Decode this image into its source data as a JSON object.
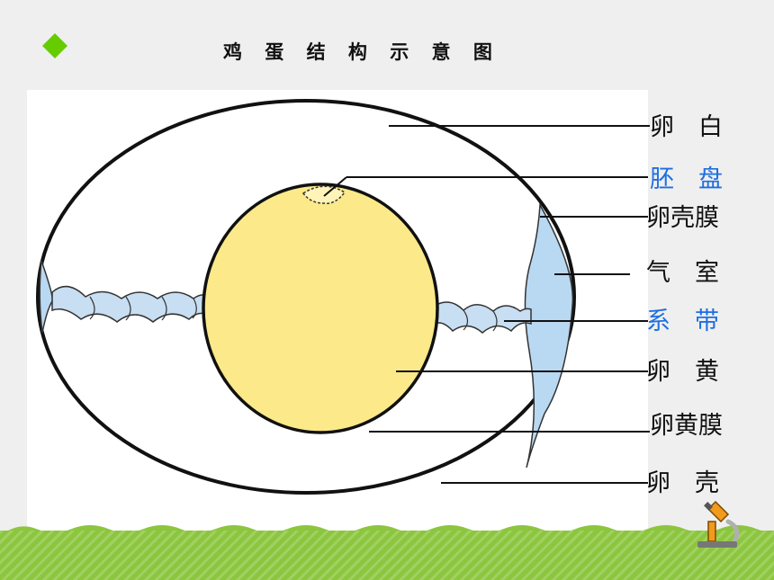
{
  "title": "鸡 蛋 结 构 示 意 图",
  "labels": [
    {
      "id": "egg-white",
      "text": "卵　白",
      "color": "#111111"
    },
    {
      "id": "germinal-disc",
      "text": "胚　盘",
      "color": "#1e6fe0"
    },
    {
      "id": "shell-membrane",
      "text": "卵壳膜",
      "color": "#111111"
    },
    {
      "id": "air-cell",
      "text": "气　室",
      "color": "#111111"
    },
    {
      "id": "chalaza",
      "text": "系　带",
      "color": "#1e6fe0"
    },
    {
      "id": "yolk",
      "text": "卵　黄",
      "color": "#111111"
    },
    {
      "id": "yolk-membrane",
      "text": "卵黄膜",
      "color": "#111111"
    },
    {
      "id": "eggshell",
      "text": "卵　壳",
      "color": "#111111"
    }
  ],
  "colors": {
    "bullet": "#66cc00",
    "yolk": "#fbe98a",
    "air_cell": "#b9d8f2",
    "chalaza": "#c8def2",
    "band": "#8cc63f"
  },
  "icons": [
    "diamond-bullet-icon",
    "microscope-icon"
  ]
}
